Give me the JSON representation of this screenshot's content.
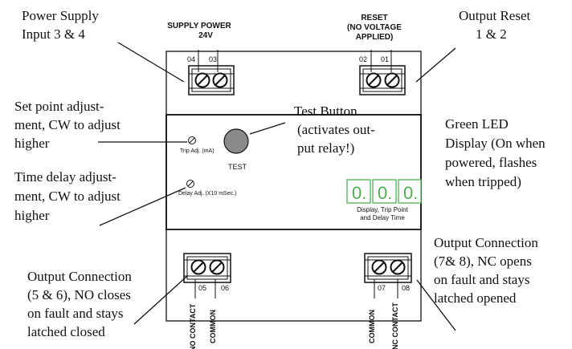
{
  "labels": {
    "power_supply": [
      "Power Supply",
      "Input 3 & 4"
    ],
    "supply_power": [
      "SUPPLY POWER",
      "24V"
    ],
    "reset": [
      "RESET",
      "(NO VOLTAGE",
      "APPLIED)"
    ],
    "output_reset": [
      "Output Reset",
      "1 & 2"
    ],
    "set_point": [
      "Set point adjust-",
      "ment, CW to adjust",
      "higher"
    ],
    "test_button": [
      "Test Button",
      "(activates out-",
      "put relay!)"
    ],
    "green_led": [
      "Green LED",
      "Display (On when",
      "powered, flashes",
      "when tripped)"
    ],
    "time_delay": [
      "Time delay adjust-",
      "ment, CW to adjust",
      "higher"
    ],
    "trip_adj": "Trip Adj. (mA)",
    "delay_adj": "Delay Adj. (X10 mSec.)",
    "test": "TEST",
    "display_caption": [
      "Display, Trip Point",
      "and Delay Time"
    ],
    "output_conn_no": [
      "Output Connection",
      "(5 & 6), NO closes",
      "on fault and stays",
      "latched closed"
    ],
    "output_conn_nc": [
      "Output Connection",
      "(7& 8), NC opens",
      "on fault and stays",
      "latched opened"
    ],
    "no_contact": "NO CONTACT",
    "common_left": "COMMON",
    "common_right": "COMMON",
    "nc_contact": "NC CONTACT"
  },
  "terminals": {
    "t04": "04",
    "t03": "03",
    "t02": "02",
    "t01": "01",
    "t05": "05",
    "t06": "06",
    "t07": "07",
    "t08": "08"
  },
  "display_digits": [
    "0.",
    "0.",
    "0."
  ],
  "colors": {
    "led_green": "#4caf50",
    "test_button_gray": "#8a8a8a",
    "line": "#111111"
  }
}
